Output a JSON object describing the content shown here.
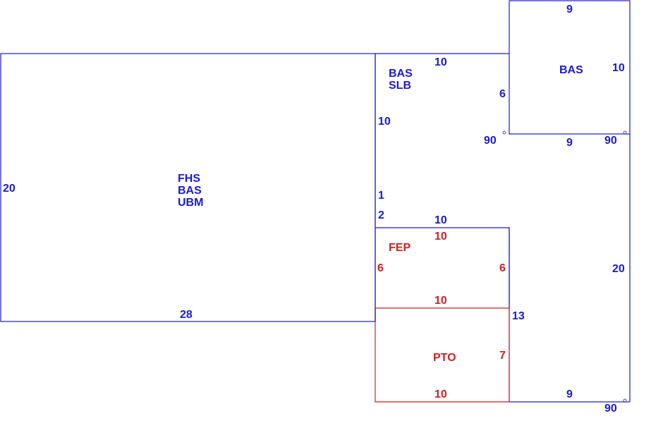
{
  "colors": {
    "building": "#1a1ad6",
    "porch": "#d41f1f",
    "background": "#ffffff"
  },
  "areas": {
    "main_lines": [
      "FHS",
      "BAS",
      "UBM"
    ],
    "bas_slb_lines": [
      "BAS",
      "SLB"
    ],
    "bas_top": "BAS",
    "fep": "FEP",
    "pto": "PTO"
  },
  "dims": {
    "main_left": "20",
    "main_bottom": "28",
    "slb_top": "10",
    "slb_left": "10",
    "seg_1": "1",
    "seg_2": "2",
    "bas_inner_left": "6",
    "bas_top_edge": "9",
    "bas_right_edge": "10",
    "bas_bottom_edge": "9",
    "right_side": "20",
    "fep_top_outer": "10",
    "fep_top_inner": "10",
    "fep_left": "6",
    "fep_right": "6",
    "fep_bottom": "10",
    "step_13": "13",
    "pto_right": "7",
    "pto_bottom": "10",
    "bottom_right_edge": "9"
  },
  "angles": {
    "a1": "90",
    "a2": "90",
    "a3": "90"
  }
}
